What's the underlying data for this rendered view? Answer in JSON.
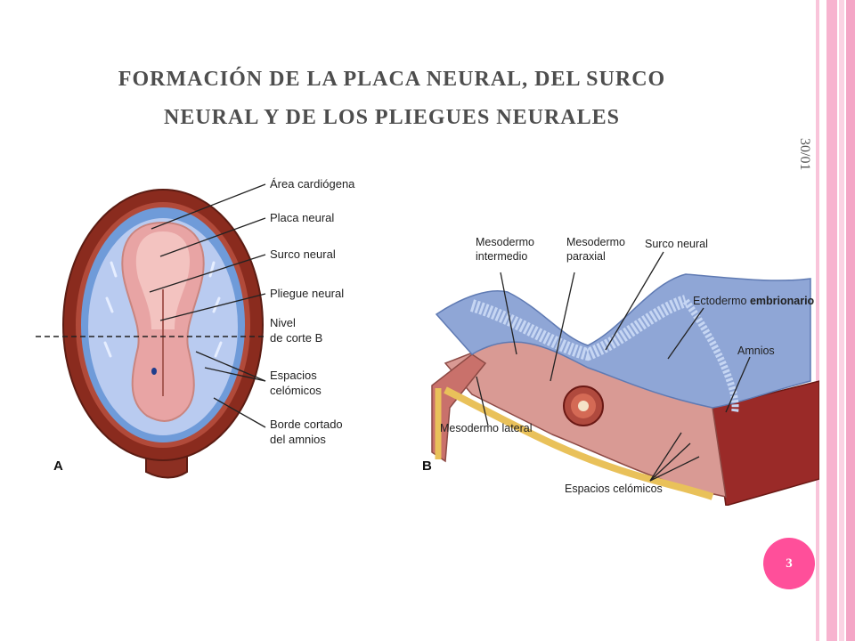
{
  "slide": {
    "title_line1": "FORMACIÓN DE LA PLACA NEURAL, DEL SURCO",
    "title_line2": "NEURAL Y DE LOS PLIEGUES NEURALES",
    "date": "30/01",
    "page_number": "3"
  },
  "figure_a": {
    "panel_label": "A",
    "labels": {
      "area_cardiogena": "Área cardiógena",
      "placa_neural": "Placa neural",
      "surco_neural": "Surco neural",
      "pliegue_neural": "Pliegue neural",
      "nivel_1": "Nivel",
      "nivel_2": "de corte B",
      "espacios_1": "Espacios",
      "espacios_2": "celómicos",
      "borde_1": "Borde cortado",
      "borde_2": "del amnios"
    }
  },
  "figure_b": {
    "panel_label": "B",
    "labels": {
      "meso_intermedio_1": "Mesodermo",
      "meso_intermedio_2": "intermedio",
      "meso_paraxial_1": "Mesodermo",
      "meso_paraxial_2": "paraxial",
      "surco_neural": "Surco neural",
      "ectodermo_1": "Ectodermo",
      "ectodermo_2": "embrionario",
      "amnios": "Amnios",
      "meso_lateral": "Mesodermo lateral",
      "espacios_celomicos": "Espacios celómicos"
    }
  },
  "colors": {
    "stripe_pink": "#f7b3cf",
    "stripe_light": "#fbd3e3",
    "badge": "#ff4f9a",
    "title_text": "#4d4d4d"
  }
}
